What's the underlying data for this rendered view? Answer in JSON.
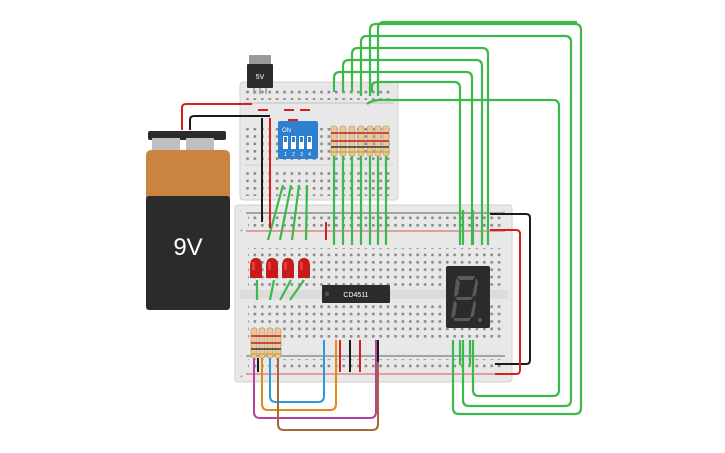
{
  "battery": {
    "label": "9V"
  },
  "regulator": {
    "label": "5V"
  },
  "dip_switch": {
    "on_label": "ON",
    "positions": [
      "1",
      "2",
      "3",
      "4"
    ]
  },
  "chip": {
    "label": "CD4511"
  },
  "seven_segment": {
    "digit": "8."
  },
  "colors": {
    "green_wire": "#3db84a",
    "red_wire": "#d42020",
    "black_wire": "#1a1a1a",
    "orange_wire": "#e08a1a",
    "blue_wire": "#2a9ad8",
    "magenta_wire": "#b8409c",
    "brown_wire": "#a06a3a",
    "breadboard": "#e6e6e6",
    "battery_top": "#c9853f",
    "battery_body": "#2b2b2b",
    "led": "#c81a1a",
    "dip_body": "#2d7fd0"
  }
}
